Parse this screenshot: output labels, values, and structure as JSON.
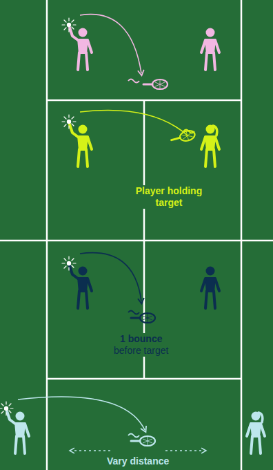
{
  "diagram": {
    "labels": [
      "Player holding target",
      "1 bounce",
      "before target",
      "Vary distance"
    ]
  }
}
